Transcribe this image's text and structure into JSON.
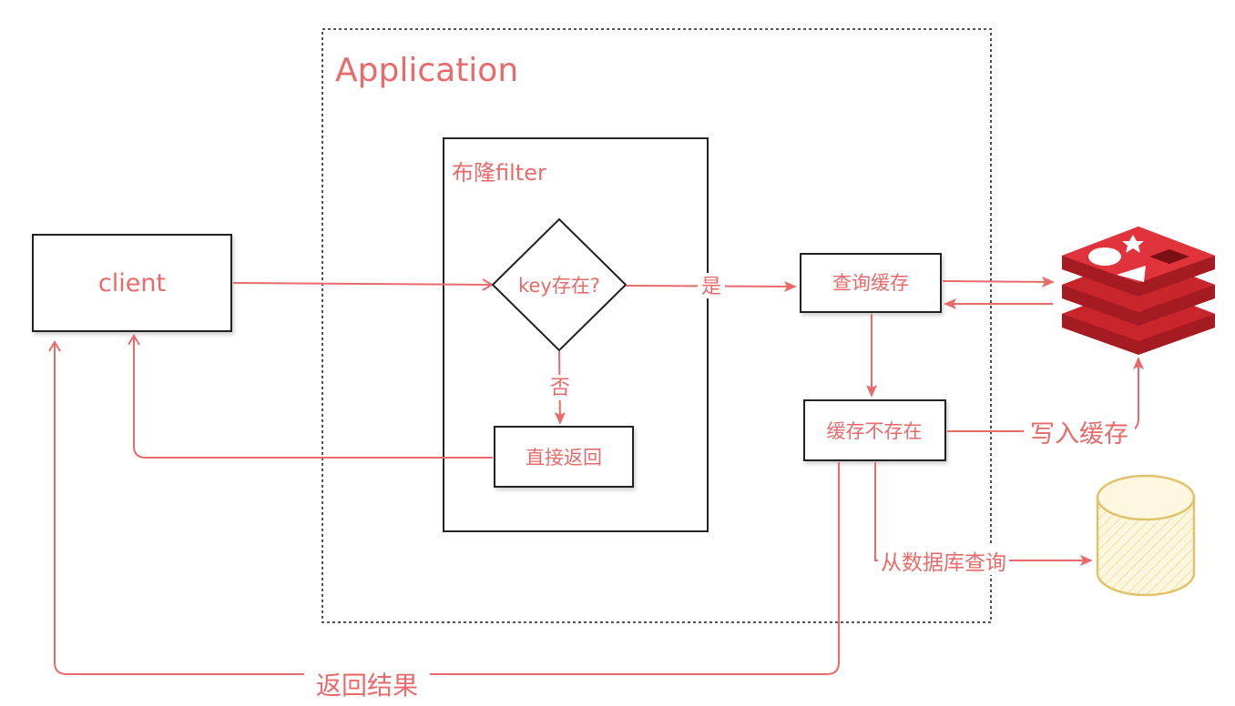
{
  "colors": {
    "accent": "#e96a6a",
    "box_stroke": "#222222",
    "container_stroke": "#555555",
    "redis_red": "#c9252d",
    "redis_dark": "#a41b21",
    "redis_light": "#e1333b",
    "db_fill": "#fdf7df",
    "db_stroke": "#e0c26a"
  },
  "nodes": {
    "application_label": "Application",
    "bloom_filter_label": "布隆filter",
    "client_label": "client",
    "decision_label": "key存在?",
    "direct_return_label": "直接返回",
    "query_cache_label": "查询缓存",
    "cache_miss_label": "缓存不存在"
  },
  "edges": {
    "yes_label": "是",
    "no_label": "否",
    "write_cache_label": "写入缓存",
    "query_db_label": "从数据库查询",
    "return_result_label": "返回结果"
  },
  "icons": {
    "redis": "redis-icon",
    "database": "database-cylinder-icon"
  }
}
